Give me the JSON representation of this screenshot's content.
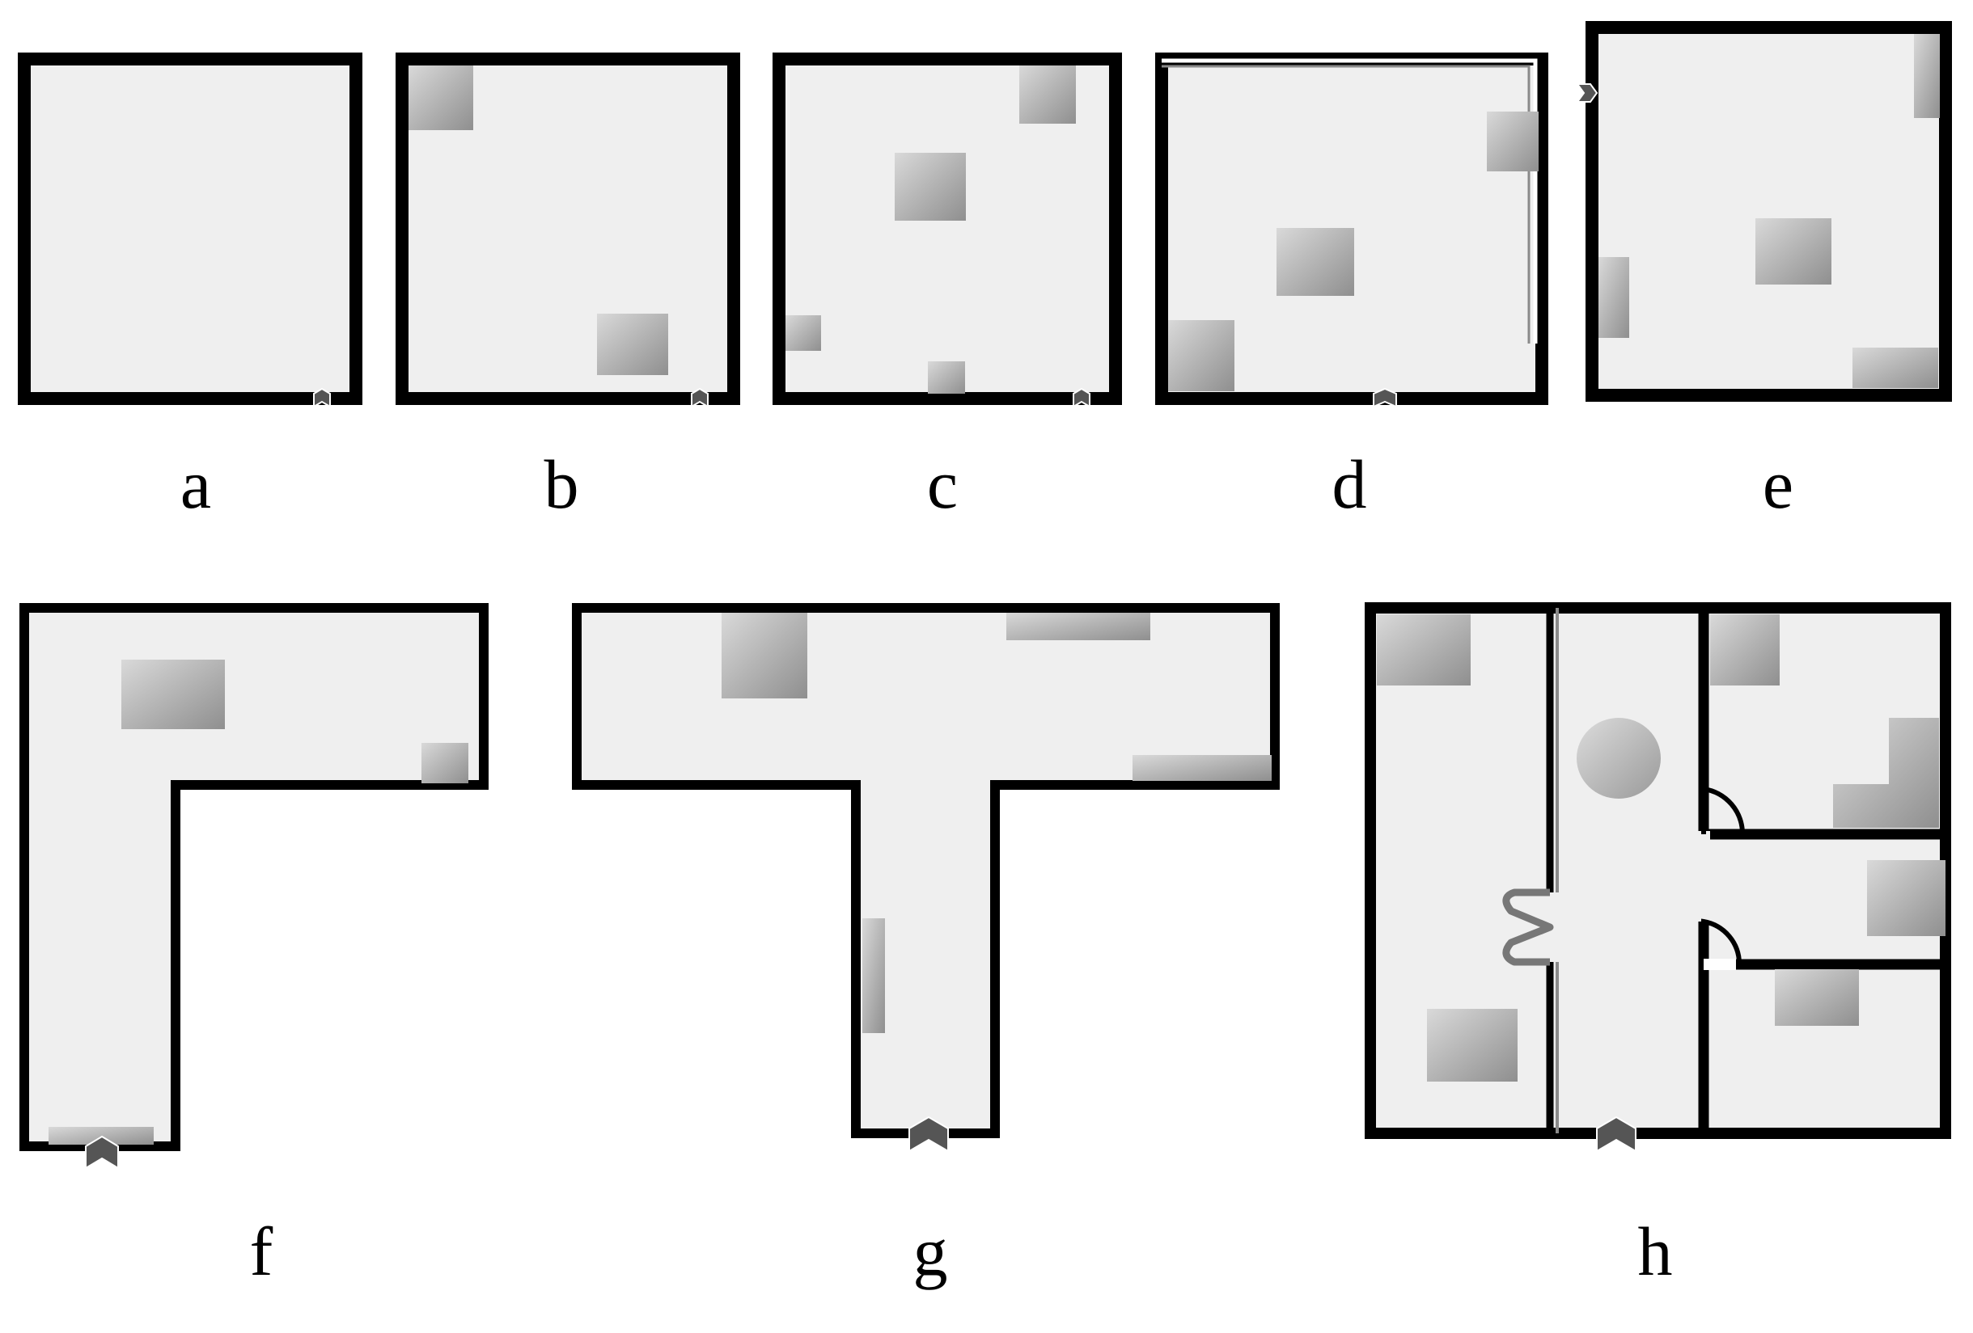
{
  "colors": {
    "floor": "#efefef",
    "wall": "#000000",
    "furniture_light": "#d6d6d6",
    "furniture_dark": "#8f8f8f",
    "inner_wall": "#8a8a8a",
    "door_marker": "#555555"
  },
  "panels": [
    {
      "id": "a",
      "label": "a"
    },
    {
      "id": "b",
      "label": "b"
    },
    {
      "id": "c",
      "label": "c"
    },
    {
      "id": "d",
      "label": "d"
    },
    {
      "id": "e",
      "label": "e"
    },
    {
      "id": "f",
      "label": "f"
    },
    {
      "id": "g",
      "label": "g"
    },
    {
      "id": "h",
      "label": "h"
    }
  ],
  "icons": {
    "furniture": "furniture-block-icon",
    "entrance": "entrance-marker-icon",
    "door": "door-swing-icon",
    "round_table": "round-table-icon"
  }
}
